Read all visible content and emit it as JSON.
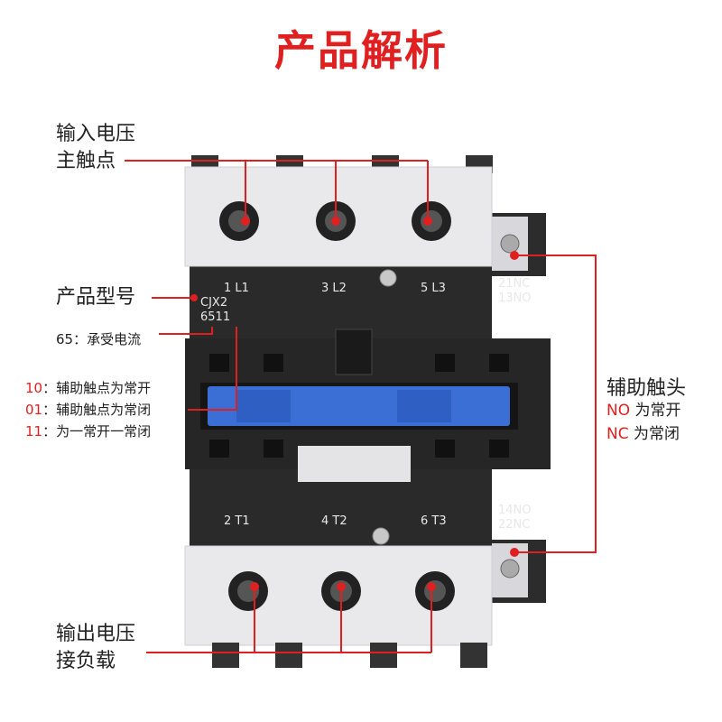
{
  "page": {
    "title": "产品解析"
  },
  "labels": {
    "input_line1": "输入电压",
    "input_line2": "主触点",
    "model": "产品型号",
    "rated_prefix": "65",
    "rated_text": "：承受电流",
    "aux_codes": [
      {
        "code": "10",
        "text": "：辅助触点为常开"
      },
      {
        "code": "01",
        "text": "：辅助触点为常闭"
      },
      {
        "code": "11",
        "text": "：为一常开一常闭"
      }
    ],
    "aux_title": "辅助触头",
    "aux_no_code": "NO",
    "aux_no_text": " 为常开",
    "aux_nc_code": "NC",
    "aux_nc_text": " 为常闭",
    "output_line1": "输出电压",
    "output_line2": "接负载"
  },
  "device": {
    "top_terminals": [
      "1 L1",
      "3 L2",
      "5 L3"
    ],
    "top_aux": [
      "21NC",
      "13NO"
    ],
    "model_line1": "CJX2",
    "model_line2": "6511",
    "bottom_terminals": [
      "2 T1",
      "4 T2",
      "6 T3"
    ],
    "bottom_aux": [
      "14NO",
      "22NC"
    ]
  },
  "colors": {
    "accent_red": "#e02020",
    "body_black": "#2a2a2a",
    "cover_gray": "#e9e9ec",
    "slider_blue": "#3b6fd6"
  }
}
